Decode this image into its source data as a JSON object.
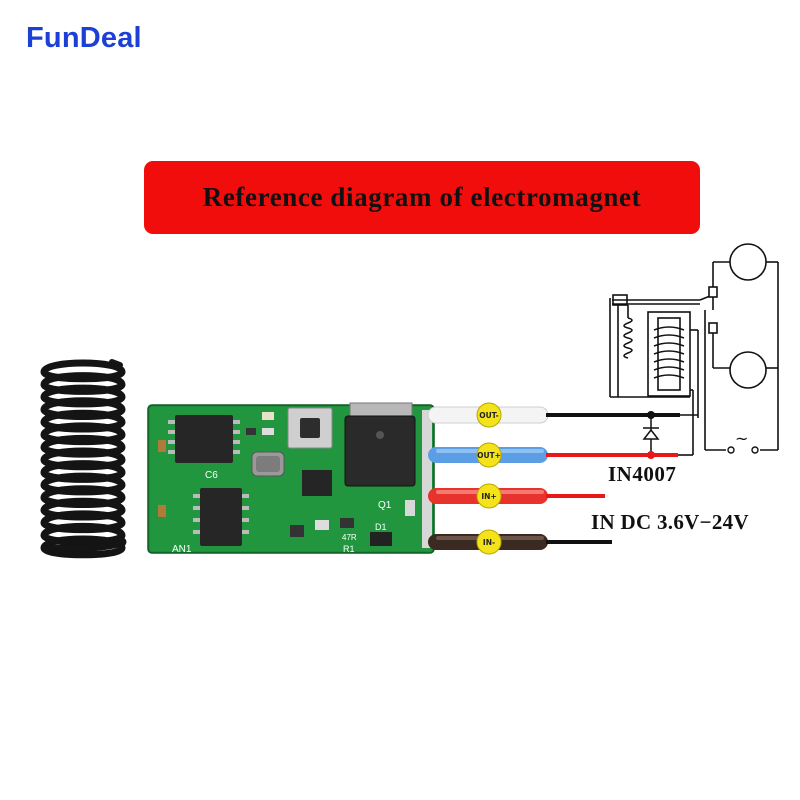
{
  "brand": {
    "name": "FunDeal",
    "color": "#1c3fd6"
  },
  "banner": {
    "title": "Reference diagram of electromagnet",
    "color": "#f20d0d"
  },
  "board": {
    "silkscreen": [
      "C6",
      "Q1",
      "D1",
      "47R",
      "AN1",
      "R1"
    ]
  },
  "wires": [
    {
      "pin": "OUT-",
      "color": "#f2f2f2"
    },
    {
      "pin": "OUT+",
      "color": "#5b9ee6"
    },
    {
      "pin": "IN+",
      "color": "#e8322c"
    },
    {
      "pin": "IN-",
      "color": "#3a2a22"
    }
  ],
  "labels": {
    "diode": "IN4007",
    "power": "IN DC 3.6V−24V"
  },
  "relay": {
    "switch_symbol": "~"
  },
  "icons": [
    "antenna-coil-icon",
    "relay-coil-icon",
    "lamp-icon",
    "diode-icon"
  ]
}
